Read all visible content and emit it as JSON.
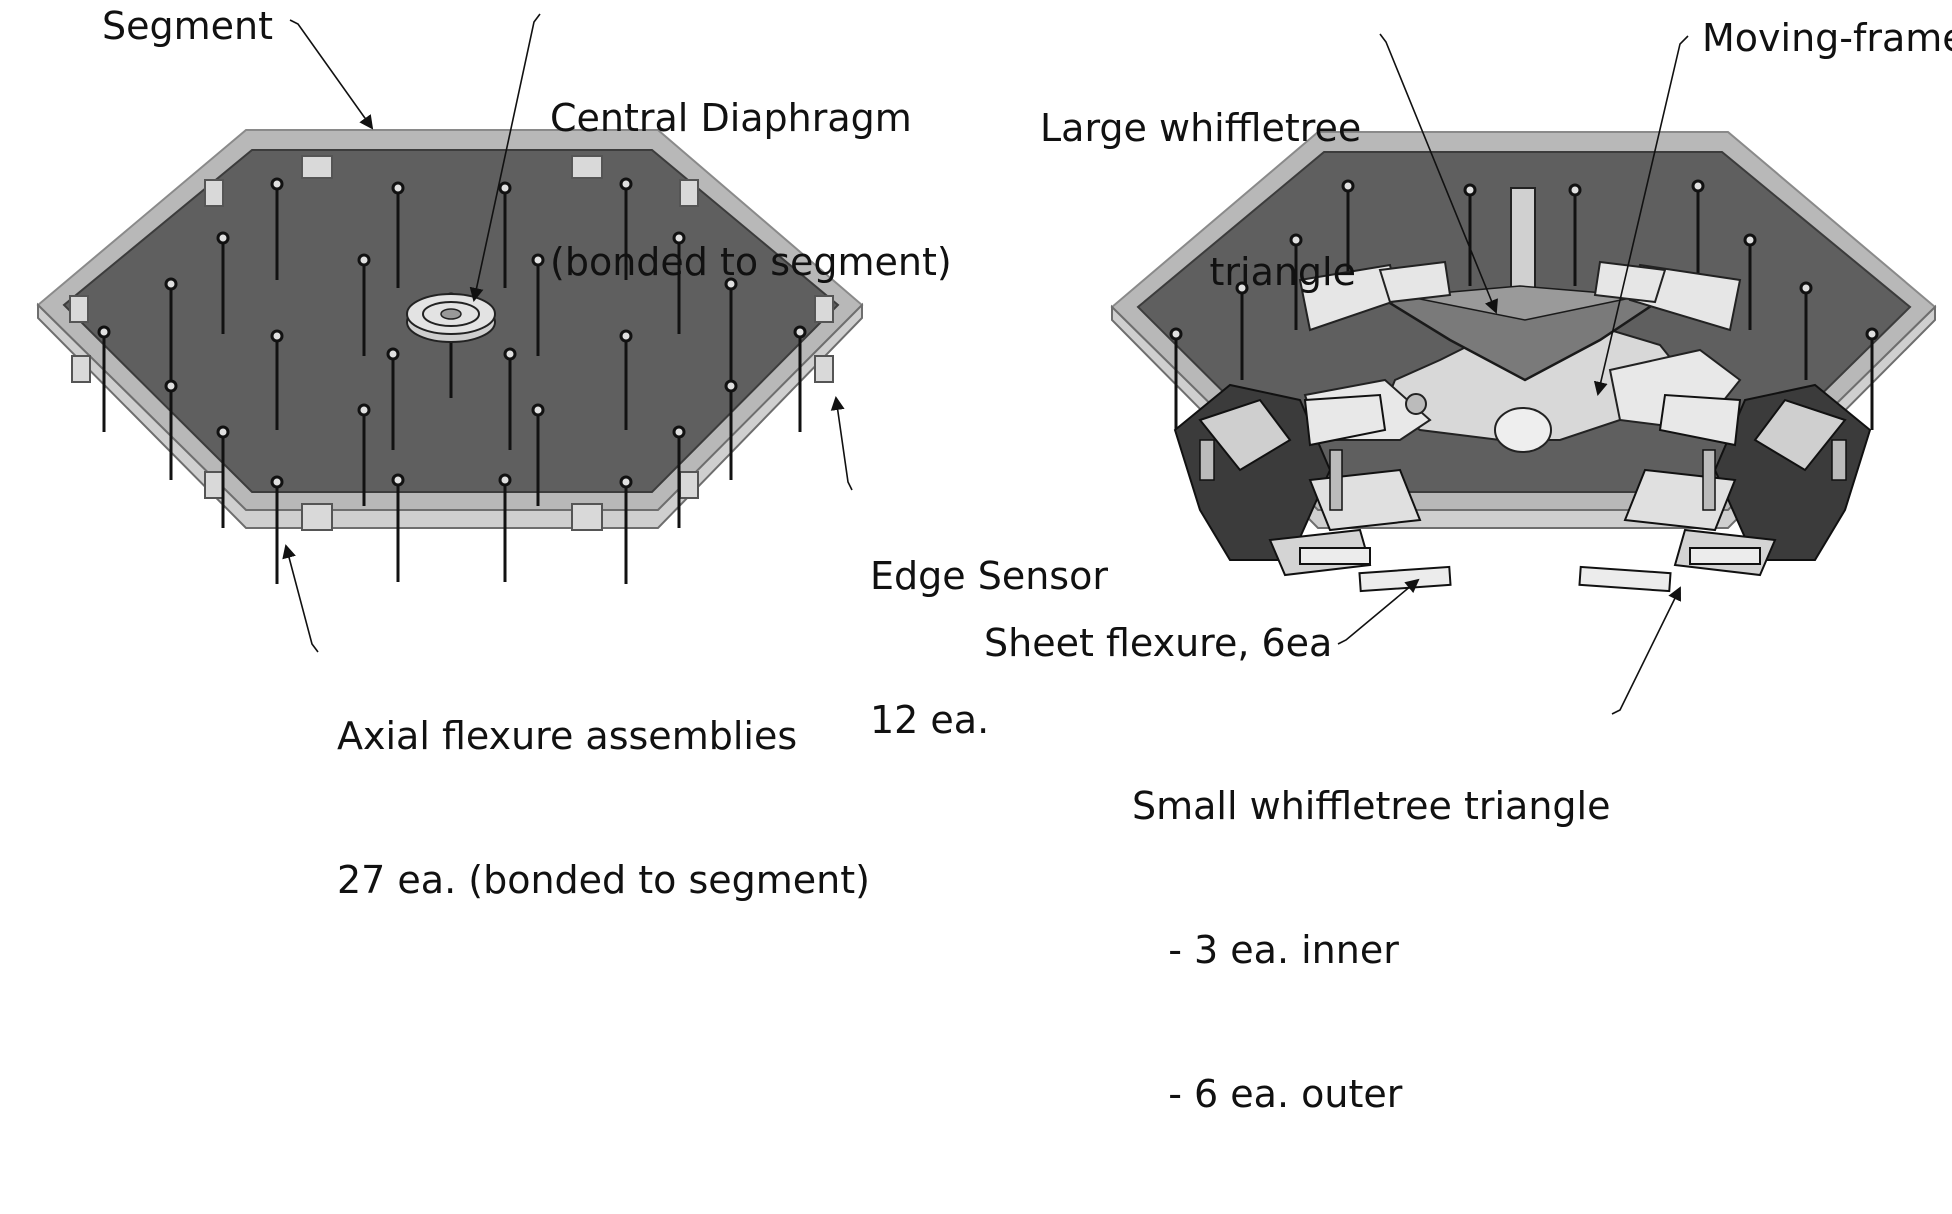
{
  "labels": {
    "segment": "Segment",
    "central_diaphragm": [
      "Central Diaphragm",
      "(bonded to segment)"
    ],
    "edge_sensor": [
      "Edge Sensor",
      "12 ea."
    ],
    "axial_flexure": [
      "Axial flexure assemblies",
      "27 ea. (bonded to segment)"
    ],
    "large_whiffletree": [
      "Large whiffletree",
      "triangle"
    ],
    "moving_frame": "Moving-frame",
    "sheet_flexure": "Sheet flexure, 6ea",
    "small_whiffletree": [
      "Small whiffletree triangle",
      "   - 3 ea. inner",
      "   - 6 ea. outer"
    ]
  },
  "colors": {
    "mirror_face": "#5f5f5f",
    "rim": "#b8b8b8",
    "rim_edge": "#8a8a8a",
    "linework": "#1a1a1a",
    "whiffletree_light": "#e6e6e6",
    "whiffletree_dark": "#3a3a3a"
  }
}
